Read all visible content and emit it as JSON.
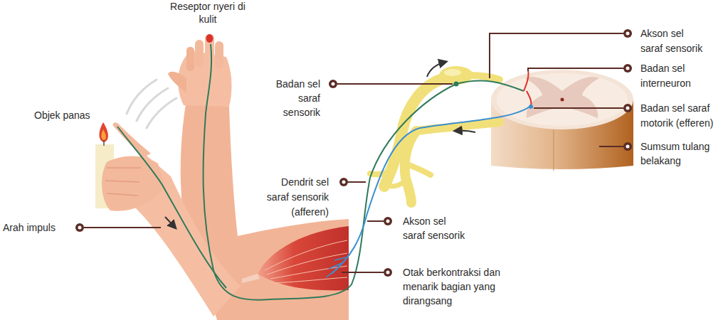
{
  "diagram": {
    "labels": [
      "Reseptor nyeri di kulit",
      "Objek panas",
      "Arah impuls",
      "Badan sel saraf sensorik",
      "Dendrit sel saraf sensorik (afferen)",
      "Akson sel saraf sensorik",
      "Otak berkontraksi dan menarik bagian yang dirangsang",
      "Akson sel saraf sensorik",
      "Badan sel interneuron",
      "Badan sel saraf motorik (efferen)",
      "Sumsum tulang belakang"
    ]
  }
}
